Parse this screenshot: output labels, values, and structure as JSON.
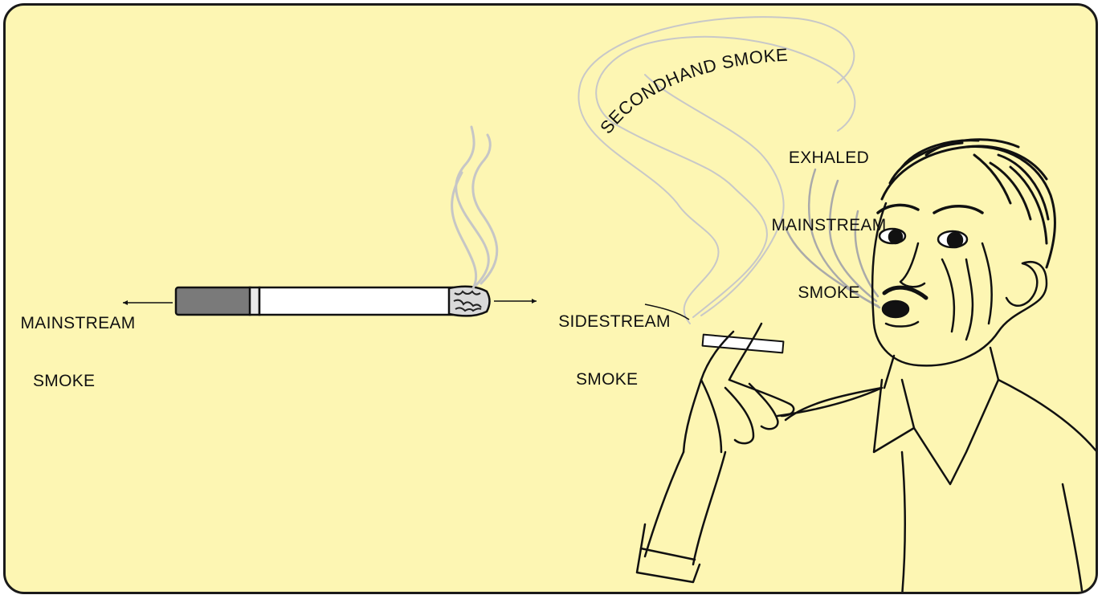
{
  "labels": {
    "mainstream_line1": "MAINSTREAM",
    "mainstream_line2": "SMOKE",
    "sidestream_line1": "SIDESTREAM",
    "sidestream_line2": "SMOKE",
    "secondhand": "SECONDHAND SMOKE",
    "exhaled_line1": "EXHALED",
    "exhaled_line2": "MAINSTREAM",
    "exhaled_line3": "SMOKE"
  },
  "colors": {
    "background": "#fdf6b3",
    "border": "#1a1a1a",
    "filter": "#7a7a7a",
    "paper": "#ffffff",
    "smoke": "#bdbdbd",
    "ink": "#111111"
  }
}
